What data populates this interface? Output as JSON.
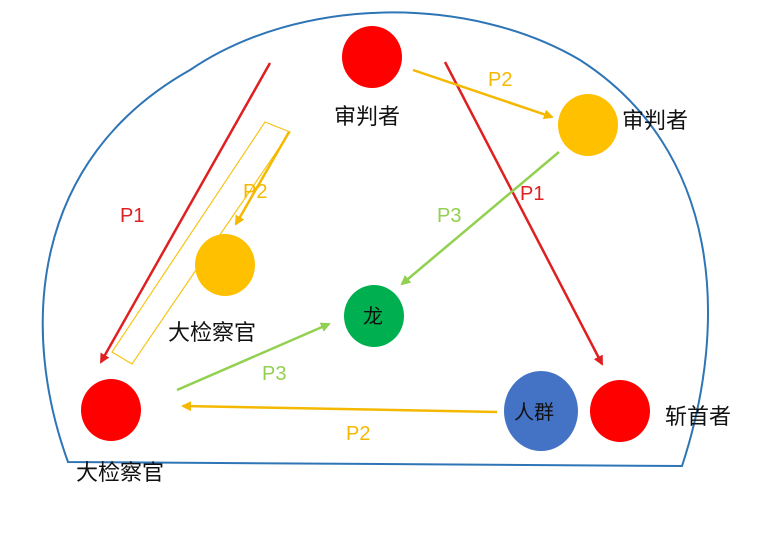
{
  "boundary": {
    "color": "#2E75B6"
  },
  "colors": {
    "red": "#FF0000",
    "yellow": "#FFC000",
    "green": "#00B050",
    "blue": "#4472C4",
    "arrow_red": "#E02020",
    "arrow_yellow": "#F5B800",
    "arrow_green": "#92D050"
  },
  "nodes": {
    "judge_top": {
      "label": "审判者",
      "color": "red"
    },
    "judge_right": {
      "label": "审判者",
      "color": "yellow"
    },
    "inspector_mid": {
      "label": "大检察官",
      "color": "yellow"
    },
    "dragon": {
      "label": "龙",
      "color": "green"
    },
    "crowd": {
      "label": "人群",
      "color": "blue"
    },
    "inspector_bl": {
      "label": "大检察官",
      "color": "red"
    },
    "executioner": {
      "label": "斩首者",
      "color": "red"
    }
  },
  "edges": {
    "p1_left": {
      "label": "P1",
      "color": "arrow_red"
    },
    "p1_right": {
      "label": "P1",
      "color": "arrow_red"
    },
    "p2_top": {
      "label": "P2",
      "color": "arrow_yellow"
    },
    "p2_left": {
      "label": "P2",
      "color": "arrow_yellow"
    },
    "p2_bottom": {
      "label": "P2",
      "color": "arrow_yellow"
    },
    "p3_right": {
      "label": "P3",
      "color": "arrow_green"
    },
    "p3_left": {
      "label": "P3",
      "color": "arrow_green"
    }
  }
}
